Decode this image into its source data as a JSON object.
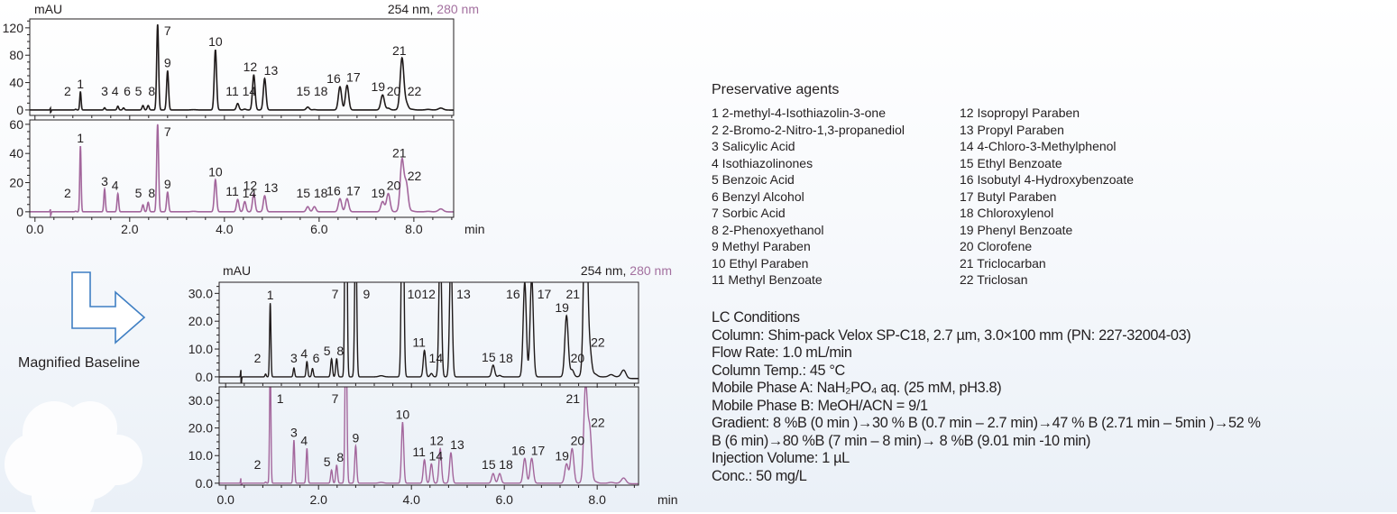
{
  "caption": {
    "magnified": "Magnified Baseline"
  },
  "axis": {
    "y_unit": "mAU",
    "x_unit": "min",
    "wl_254": "254 nm,",
    "wl_280": "280 nm"
  },
  "colors": {
    "trace_254": "#1f1a1a",
    "trace_280": "#a3669c",
    "label_280": "#a3709f",
    "arrow": "#3f7fc3"
  },
  "preservatives": {
    "title": "Preservative agents",
    "col1": [
      "1 2-methyl-4-Isothiazolin-3-one",
      "2 2-Bromo-2-Nitro-1,3-propanediol",
      "3 Salicylic Acid",
      "4 Isothiazolinones",
      "5 Benzoic Acid",
      "6 Benzyl Alcohol",
      "7 Sorbic Acid",
      "8 2-Phenoxyethanol",
      "9 Methyl Paraben",
      "10 Ethyl Paraben",
      "11 Methyl Benzoate"
    ],
    "col2": [
      "12 Isopropyl Paraben",
      "13 Propyl Paraben",
      "14 4-Chloro-3-Methylphenol",
      "15 Ethyl Benzoate",
      "16 Isobutyl 4-Hydroxybenzoate",
      "17 Butyl Paraben",
      "18 Chloroxylenol",
      "19 Phenyl Benzoate",
      "20 Clorofene",
      "21 Triclocarban",
      "22 Triclosan"
    ]
  },
  "lc_conditions": {
    "title": "LC Conditions",
    "lines": [
      "Column: Shim-pack Velox SP-C18, 2.7 µm, 3.0×100 mm (PN: 227-32004-03)",
      "Flow Rate: 1.0 mL/min",
      "Column Temp.: 45 °C",
      "Mobile Phase A: NaH₂PO₄ aq. (25 mM, pH3.8)",
      "Mobile Phase B: MeOH/ACN = 9/1",
      "Gradient: 8 %B (0 min )→30 % B (0.7 min – 2.7 min)→47 % B (2.71 min – 5min )→52 %",
      "B (6 min)→80 %B (7 min – 8 min)→ 8 %B (9.01 min -10 min)",
      "Injection Volume: 1 µL",
      "Conc.: 50 mg/L"
    ]
  },
  "chart_data": {
    "type": "line",
    "xlabel": "min",
    "ylabel": "mAU",
    "legend": [
      "254 nm",
      "280 nm"
    ],
    "peaks": [
      {
        "id": "1",
        "rt": 0.96,
        "h254": 26.5,
        "h280": 45
      },
      {
        "id": "2",
        "rt": 0.86,
        "h254": 1.0,
        "h280": 0.4
      },
      {
        "id": "3",
        "rt": 1.47,
        "h254": 3.2,
        "h280": 15.5
      },
      {
        "id": "4",
        "rt": 1.75,
        "h254": 5.5,
        "h280": 12.5
      },
      {
        "id": "6",
        "rt": 1.87,
        "h254": 3.0,
        "h280": 0
      },
      {
        "id": "5",
        "rt": 2.28,
        "h254": 6.5,
        "h280": 4.8
      },
      {
        "id": "8",
        "rt": 2.39,
        "h254": 6.5,
        "h280": 6.5
      },
      {
        "id": "7",
        "rt": 2.59,
        "h254": 125,
        "h280": 60
      },
      {
        "id": "9",
        "rt": 2.8,
        "h254": 57,
        "h280": 13.5
      },
      {
        "id": "10",
        "rt": 3.81,
        "h254": 88,
        "h280": 22
      },
      {
        "id": "11",
        "rt": 4.28,
        "h254": 9.5,
        "h280": 8.5
      },
      {
        "id": "14",
        "rt": 4.43,
        "h254": 1.2,
        "h280": 7
      },
      {
        "id": "12",
        "rt": 4.62,
        "h254": 51,
        "h280": 12.5
      },
      {
        "id": "13",
        "rt": 4.85,
        "h254": 46,
        "h280": 11
      },
      {
        "id": "15",
        "rt": 5.76,
        "h254": 4.2,
        "h280": 3.5
      },
      {
        "id": "18",
        "rt": 5.9,
        "h254": 0.5,
        "h280": 3.5
      },
      {
        "id": "16",
        "rt": 6.44,
        "h254": 34,
        "h280": 9
      },
      {
        "id": "17",
        "rt": 6.59,
        "h254": 36,
        "h280": 9
      },
      {
        "id": "19",
        "rt": 7.34,
        "h254": 22,
        "h280": 7
      },
      {
        "id": "20",
        "rt": 7.46,
        "h254": 2.5,
        "h280": 12.5
      },
      {
        "id": "21",
        "rt": 7.75,
        "h254": 75,
        "h280": 35
      },
      {
        "id": "22",
        "rt": 7.84,
        "h254": 9.5,
        "h280": 19
      }
    ],
    "baseline_features": [
      {
        "rt": 0.33,
        "h254": 2.5,
        "h280": 1.8
      },
      {
        "rt": 3.35,
        "h254": 0.4,
        "h280": 0.3
      },
      {
        "rt": 7.7,
        "h254": 1.0,
        "h280": 0.4
      },
      {
        "rt": 7.95,
        "h254": 1.0,
        "h280": 0.6
      },
      {
        "rt": 8.3,
        "h254": 0.8,
        "h280": 0.3
      },
      {
        "rt": 8.57,
        "h254": 2.8,
        "h280": 2.0
      }
    ],
    "charts": [
      {
        "name": "full-scale",
        "xlim": [
          -0.11,
          8.84
        ],
        "xticks": [
          {
            "v": 0,
            "label": "0.0"
          },
          {
            "v": 2,
            "label": "2.0"
          },
          {
            "v": 4,
            "label": "4.0"
          },
          {
            "v": 6,
            "label": "6.0"
          },
          {
            "v": 8,
            "label": "8.0"
          }
        ],
        "panels": [
          {
            "wavelength": "254 nm",
            "ylim": [
              -8,
              133
            ],
            "yticks": [
              {
                "v": 0,
                "label": "0"
              },
              {
                "v": 40,
                "label": "40"
              },
              {
                "v": 80,
                "label": "80"
              },
              {
                "v": 120,
                "label": "120"
              }
            ]
          },
          {
            "wavelength": "280 nm",
            "ylim": [
              -3.8,
              63
            ],
            "yticks": [
              {
                "v": 0,
                "label": "0"
              },
              {
                "v": 20,
                "label": "20"
              },
              {
                "v": 40,
                "label": "40"
              },
              {
                "v": 60,
                "label": "60"
              }
            ]
          }
        ]
      },
      {
        "name": "magnified-baseline",
        "xlim": [
          -0.14,
          8.89
        ],
        "xticks": [
          {
            "v": 0,
            "label": "0.0"
          },
          {
            "v": 2,
            "label": "2.0"
          },
          {
            "v": 4,
            "label": "4.0"
          },
          {
            "v": 6,
            "label": "6.0"
          },
          {
            "v": 8,
            "label": "8.0"
          }
        ],
        "panels": [
          {
            "wavelength": "254 nm",
            "ylim": [
              -2.3,
              34
            ],
            "yticks": [
              {
                "v": 0,
                "label": "0.0"
              },
              {
                "v": 10,
                "label": "10.0"
              },
              {
                "v": 20,
                "label": "20.0"
              },
              {
                "v": 30,
                "label": "30.0"
              }
            ]
          },
          {
            "wavelength": "280 nm",
            "ylim": [
              -0.7,
              34.9
            ],
            "yticks": [
              {
                "v": 0,
                "label": "0.0"
              },
              {
                "v": 10,
                "label": "10.0"
              },
              {
                "v": 20,
                "label": "20.0"
              },
              {
                "v": 30,
                "label": "30.0"
              }
            ]
          }
        ]
      }
    ]
  }
}
